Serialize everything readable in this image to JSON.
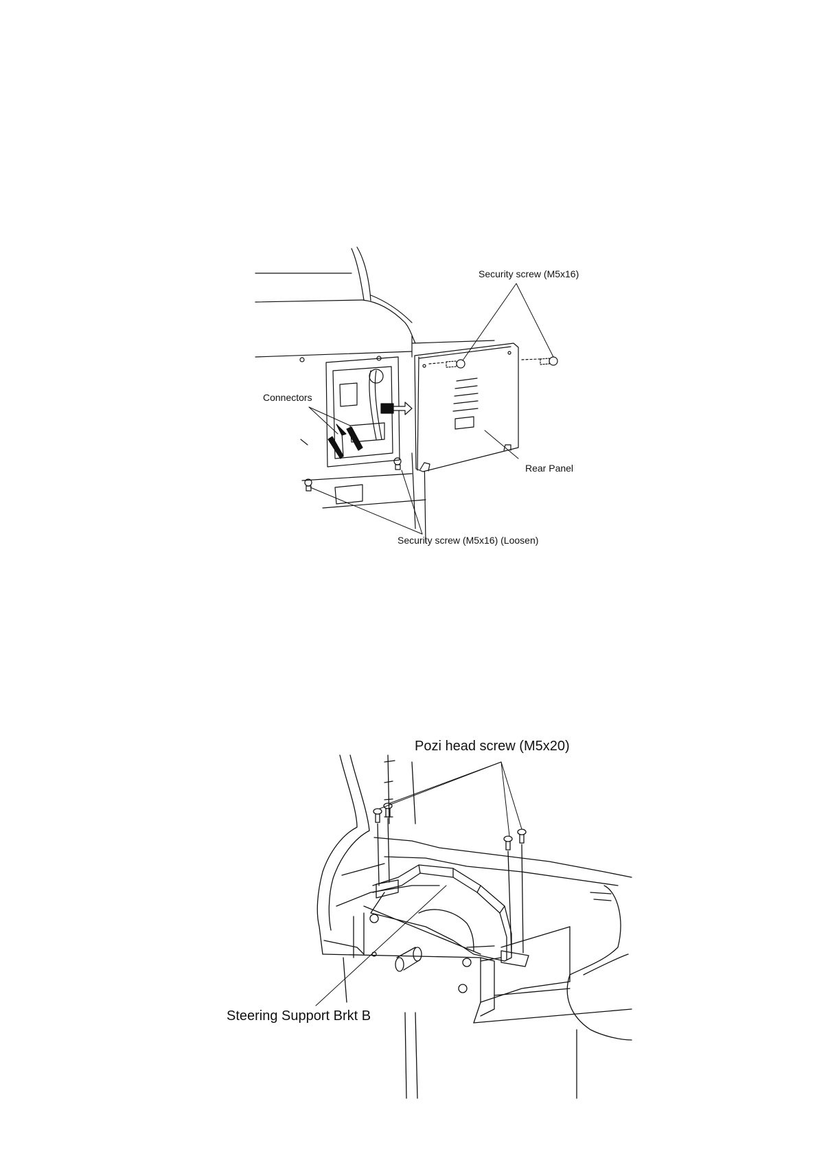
{
  "figure1": {
    "labels": {
      "security_screw_top": "Security screw (M5x16)",
      "connectors": "Connectors",
      "rear_panel": "Rear Panel",
      "security_screw_loosen": "Security screw (M5x16) (Loosen)"
    }
  },
  "figure2": {
    "labels": {
      "pozi_screw": "Pozi head screw (M5x20)",
      "steering_bracket": "Steering Support Brkt B"
    }
  }
}
